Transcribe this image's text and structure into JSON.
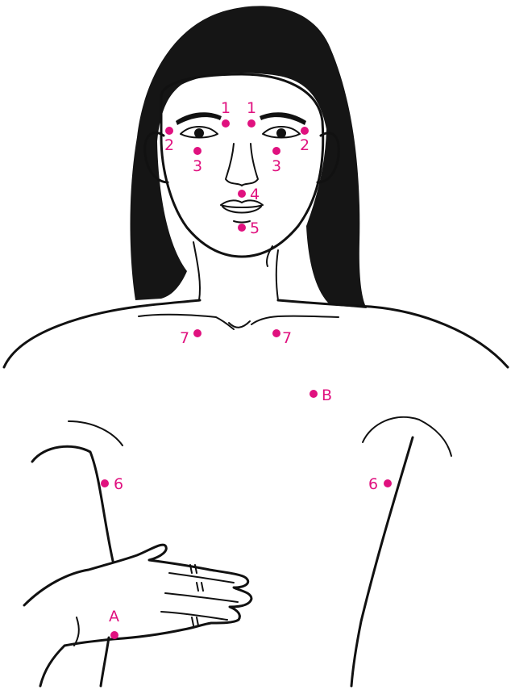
{
  "point_color": "#e0117f",
  "points": [
    {
      "id": "1-left",
      "label": "1"
    },
    {
      "id": "1-right",
      "label": "1"
    },
    {
      "id": "2-left",
      "label": "2"
    },
    {
      "id": "2-right",
      "label": "2"
    },
    {
      "id": "3-left",
      "label": "3"
    },
    {
      "id": "3-right",
      "label": "3"
    },
    {
      "id": "4",
      "label": "4"
    },
    {
      "id": "5",
      "label": "5"
    },
    {
      "id": "7-left",
      "label": "7"
    },
    {
      "id": "7-right",
      "label": "7"
    },
    {
      "id": "B",
      "label": "B"
    },
    {
      "id": "6-left",
      "label": "6"
    },
    {
      "id": "6-right",
      "label": "6"
    },
    {
      "id": "A",
      "label": "A"
    }
  ]
}
